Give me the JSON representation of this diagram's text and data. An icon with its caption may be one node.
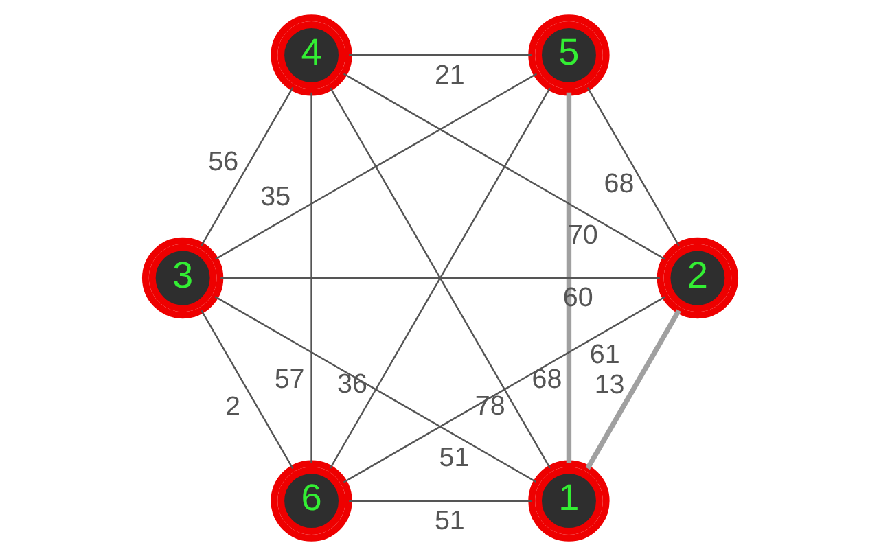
{
  "diagram": {
    "nodes": [
      {
        "text": [
          "1"
        ]
      },
      {
        "text": [
          "2"
        ]
      },
      {
        "text": [
          "3"
        ]
      },
      {
        "text": [
          "4"
        ]
      },
      {
        "text": [
          "5"
        ]
      },
      {
        "text": [
          "6"
        ]
      }
    ],
    "edges": [
      {
        "from": 0,
        "to": 1,
        "arrow": "none",
        "label": "13",
        "style": "thick",
        "color": "#a0a0a0"
      },
      {
        "from": 0,
        "to": 5,
        "arrow": "none",
        "label": "51"
      },
      {
        "from": 0,
        "to": 4,
        "arrow": "none",
        "label": "68",
        "style": "thick",
        "color": "#a0a0a0"
      },
      {
        "from": 0,
        "to": 2,
        "arrow": "none",
        "label": "51"
      },
      {
        "from": 0,
        "to": 3,
        "arrow": "none",
        "label": "78"
      },
      {
        "from": 1,
        "to": 5,
        "arrow": "none",
        "label": "61"
      },
      {
        "from": 1,
        "to": 4,
        "arrow": "none",
        "label": "68"
      },
      {
        "from": 1,
        "to": 3,
        "arrow": "none",
        "label": "70"
      },
      {
        "from": 1,
        "to": 2,
        "arrow": "none",
        "label": "60"
      },
      {
        "from": 5,
        "to": 2,
        "arrow": "none",
        "label": "2"
      },
      {
        "from": 5,
        "to": 4,
        "arrow": "none",
        "label": "36"
      },
      {
        "from": 5,
        "to": 3,
        "arrow": "none",
        "label": "57"
      },
      {
        "from": 2,
        "to": 4,
        "arrow": "none",
        "label": "35"
      },
      {
        "from": 2,
        "to": 3,
        "arrow": "none",
        "label": "56"
      },
      {
        "from": 4,
        "to": 3,
        "arrow": "none",
        "label": "21"
      }
    ]
  }
}
